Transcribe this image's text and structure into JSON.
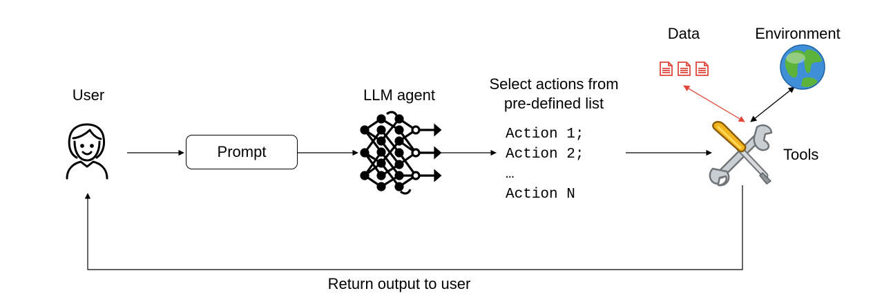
{
  "labels": {
    "user": "User",
    "prompt": "Prompt",
    "llm_agent": "LLM agent",
    "select_line1": "Select actions from",
    "select_line2": "pre-defined list",
    "tools": "Tools",
    "data": "Data",
    "environment": "Environment",
    "return": "Return output to user"
  },
  "actions": [
    "Action 1;",
    "Action 2;",
    "…",
    "Action N"
  ],
  "icons": {
    "user": "user-icon",
    "network": "neural-network-icon",
    "tools": "wrench-screwdriver-icon",
    "data": "document-icon",
    "environment": "globe-icon"
  },
  "colors": {
    "data_link": "#e0463a",
    "line": "#000000"
  }
}
